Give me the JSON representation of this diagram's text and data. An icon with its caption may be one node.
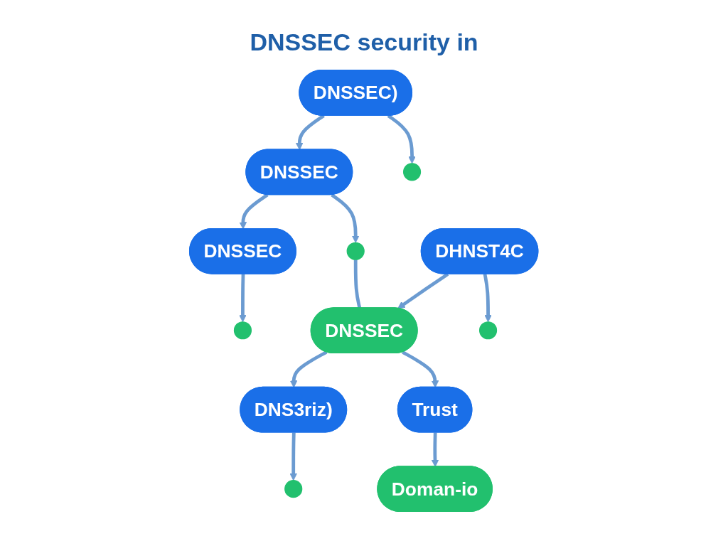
{
  "diagram": {
    "title": "DNSSEC security in",
    "nodes": [
      {
        "text": [
          "DNSSEC)"
        ]
      },
      {
        "text": [
          "DNSSEC"
        ]
      },
      {
        "text": [
          "DNSSEC"
        ]
      },
      {
        "text": [],
        "shape": "circle"
      },
      {
        "text": [],
        "shape": "circle"
      },
      {
        "text": [],
        "shape": "circle"
      },
      {
        "text": [
          "DHNST4C"
        ]
      },
      {
        "text": [
          "DNSSEC"
        ]
      },
      {
        "text": [
          "DNS3riz)"
        ]
      },
      {
        "text": [],
        "shape": "circle"
      },
      {
        "text": [
          "Trust"
        ]
      },
      {
        "text": [],
        "shape": "circle"
      },
      {
        "text": [
          "Doman-io"
        ]
      }
    ],
    "edges": [
      {
        "from": 0,
        "to": 1,
        "arrow": "to"
      },
      {
        "from": 1,
        "to": 2,
        "arrow": "to"
      },
      {
        "from": 0,
        "to": 3,
        "arrow": "to"
      },
      {
        "from": 1,
        "to": 4,
        "arrow": "to"
      },
      {
        "from": 2,
        "to": 5,
        "arrow": "to"
      },
      {
        "from": 4,
        "to": 7,
        "arrow": "none"
      },
      {
        "from": 6,
        "to": 7,
        "arrow": "to"
      },
      {
        "from": 7,
        "to": 8,
        "arrow": "to"
      },
      {
        "from": 6,
        "to": 9,
        "arrow": "to"
      },
      {
        "from": 7,
        "to": 10,
        "arrow": "to"
      },
      {
        "from": 8,
        "to": 11,
        "arrow": "to"
      },
      {
        "from": 10,
        "to": 12,
        "arrow": "to"
      }
    ]
  }
}
